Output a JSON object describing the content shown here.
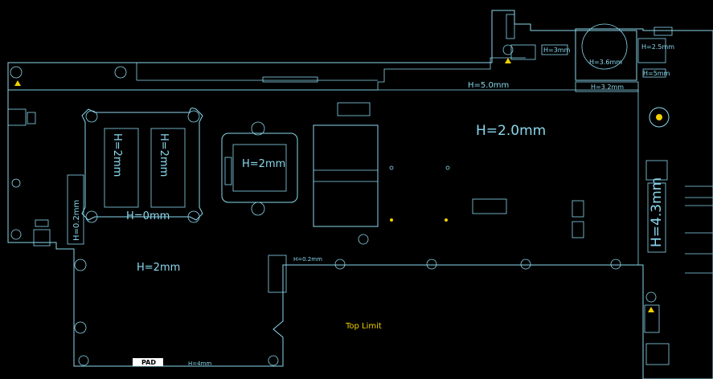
{
  "labels": {
    "h_5_0mm": "H=5.0mm",
    "h_2_0mm": "H=2.0mm",
    "h_4_3mm": "H=4.3mm",
    "h_0mm": "H=0mm",
    "h_2mm_left_a": "H=2mm",
    "h_2mm_left_b": "H=2mm",
    "h_2mm_center": "H=2mm",
    "h_2mm_bottom": "H=2mm",
    "h_0_2mm_left": "H=0.2mm",
    "h_0_2mm_mid": "H=0.2mm",
    "h_3mm": "H=3mm",
    "h_3_6mm": "H=3.6mm",
    "h_3_2mm": "H=3.2mm",
    "h_2_5mm": "H=2.5mm",
    "h_5mm": "H=5mm",
    "h_4mm": "H=4mm",
    "top_limit": "Top Limit",
    "pad": "PAD"
  },
  "colors": {
    "outline": "#8ad8ee",
    "background": "#000000",
    "top_limit": "#f0d000",
    "pad": "#ffffff"
  },
  "icons": [
    "warning-icon",
    "mounting-hole-icon",
    "coin-cell-icon",
    "dc-jack-icon"
  ]
}
